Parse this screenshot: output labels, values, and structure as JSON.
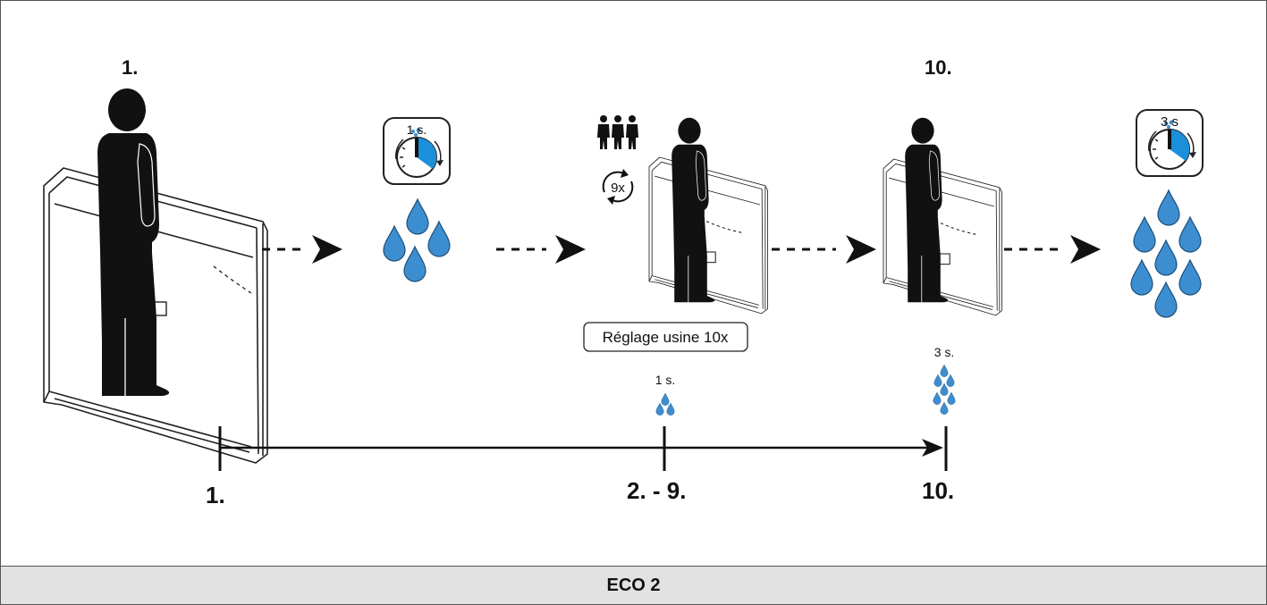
{
  "step_labels": {
    "first_person": "1.",
    "last_person": "10."
  },
  "timers": {
    "short": "1 s.",
    "long": "3 s"
  },
  "cycle_count": "9x",
  "factory_setting": "Réglage usine 10x",
  "timeline": {
    "labels": [
      "1.",
      "2. - 9.",
      "10."
    ],
    "dose_short": "1 s.",
    "dose_long": "3 s."
  },
  "caption": "ECO 2",
  "colors": {
    "drop_fill": "#3c8ed0",
    "timer_fill": "#1b8fd9",
    "ink": "#111111",
    "caption_bg": "#e2e2e2"
  },
  "icons": [
    "person-icon",
    "urinal-icon",
    "stopwatch-icon",
    "water-drop-icon",
    "group-icon",
    "repeat-icon",
    "arrow-icon"
  ]
}
